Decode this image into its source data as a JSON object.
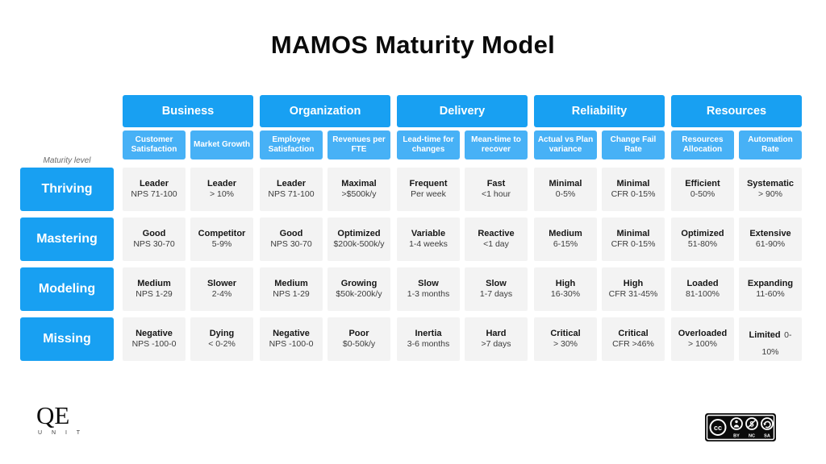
{
  "title": "MAMOS Maturity Model",
  "axis_label": "Maturity level",
  "colors": {
    "group_header_blue": "#18A0F2",
    "sub_header_blue": "#47B1F6",
    "cell_background": "#F3F3F3"
  },
  "groups": [
    {
      "label": "Business",
      "sub": [
        "Customer Satisfaction",
        "Market Growth"
      ]
    },
    {
      "label": "Organization",
      "sub": [
        "Employee Satisfaction",
        "Revenues per FTE"
      ]
    },
    {
      "label": "Delivery",
      "sub": [
        "Lead-time for changes",
        "Mean-time to recover"
      ]
    },
    {
      "label": "Reliability",
      "sub": [
        "Actual vs Plan variance",
        "Change Fail Rate"
      ]
    },
    {
      "label": "Resources",
      "sub": [
        "Resources Allocation",
        "Automation Rate"
      ]
    }
  ],
  "rows": [
    {
      "label": "Thriving",
      "cells": [
        {
          "title": "Leader",
          "detail": "NPS 71-100"
        },
        {
          "title": "Leader",
          "detail": "> 10%"
        },
        {
          "title": "Leader",
          "detail": "NPS 71-100"
        },
        {
          "title": "Maximal",
          "detail": ">$500k/y"
        },
        {
          "title": "Frequent",
          "detail": "Per week"
        },
        {
          "title": "Fast",
          "detail": "<1 hour"
        },
        {
          "title": "Minimal",
          "detail": "0-5%"
        },
        {
          "title": "Minimal",
          "detail": "CFR 0-15%"
        },
        {
          "title": "Efficient",
          "detail": "0-50%"
        },
        {
          "title": "Systematic",
          "detail": "> 90%"
        }
      ]
    },
    {
      "label": "Mastering",
      "cells": [
        {
          "title": "Good",
          "detail": "NPS 30-70"
        },
        {
          "title": "Competitor",
          "detail": "5-9%"
        },
        {
          "title": "Good",
          "detail": "NPS 30-70"
        },
        {
          "title": "Optimized",
          "detail": "$200k-500k/y"
        },
        {
          "title": "Variable",
          "detail": "1-4 weeks"
        },
        {
          "title": "Reactive",
          "detail": "<1 day"
        },
        {
          "title": "Medium",
          "detail": "6-15%"
        },
        {
          "title": "Minimal",
          "detail": "CFR 0-15%"
        },
        {
          "title": "Optimized",
          "detail": "51-80%"
        },
        {
          "title": "Extensive",
          "detail": "61-90%"
        }
      ]
    },
    {
      "label": "Modeling",
      "cells": [
        {
          "title": "Medium",
          "detail": "NPS 1-29"
        },
        {
          "title": "Slower",
          "detail": "2-4%"
        },
        {
          "title": "Medium",
          "detail": "NPS 1-29"
        },
        {
          "title": "Growing",
          "detail": "$50k-200k/y"
        },
        {
          "title": "Slow",
          "detail": "1-3 months"
        },
        {
          "title": "Slow",
          "detail": "1-7 days"
        },
        {
          "title": "High",
          "detail": "16-30%"
        },
        {
          "title": "High",
          "detail": "CFR 31-45%"
        },
        {
          "title": "Loaded",
          "detail": "81-100%"
        },
        {
          "title": "Expanding",
          "detail": "11-60%"
        }
      ]
    },
    {
      "label": "Missing",
      "cells": [
        {
          "title": "Negative",
          "detail": "NPS -100-0"
        },
        {
          "title": "Dying",
          "detail": "< 0-2%"
        },
        {
          "title": "Negative",
          "detail": "NPS -100-0"
        },
        {
          "title": "Poor",
          "detail": "$0-50k/y"
        },
        {
          "title": "Inertia",
          "detail": "3-6 months"
        },
        {
          "title": "Hard",
          "detail": ">7 days"
        },
        {
          "title": "Critical",
          "detail": "> 30%"
        },
        {
          "title": "Critical",
          "detail": "CFR >46%"
        },
        {
          "title": "Overloaded",
          "detail": "> 100%"
        },
        {
          "title": "Limited",
          "detail": "0-10%"
        }
      ]
    }
  ],
  "footer": {
    "logo_main": "QE",
    "logo_sub": "U N I T",
    "license": {
      "cc_text": "cc",
      "labels": [
        "BY",
        "NC",
        "SA"
      ]
    }
  }
}
